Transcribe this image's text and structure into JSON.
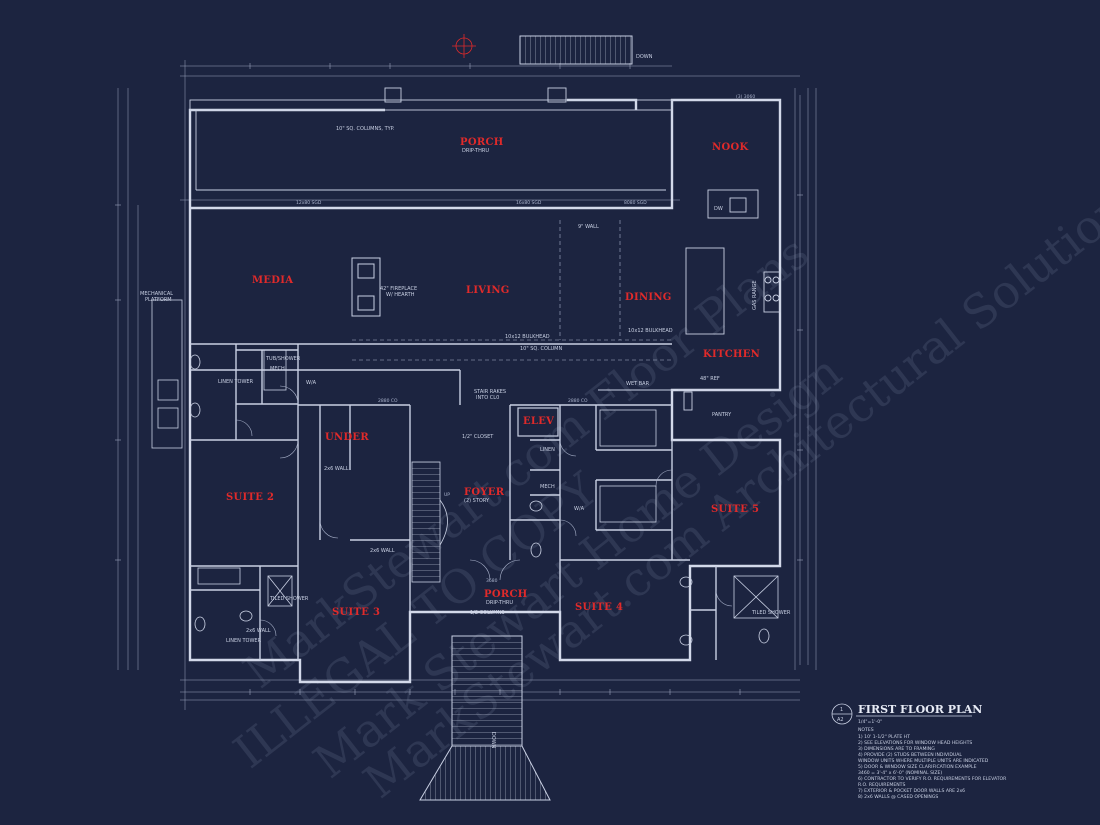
{
  "plan": {
    "title": "FIRST FLOOR PLAN",
    "scale": "1/4\"=1'-0\"",
    "detail_number": "1",
    "sheet": "A2",
    "notes_heading": "NOTES",
    "notes": [
      "1) 10' 1-1/2\" PLATE HT",
      "2) SEE ELEVATIONS FOR WINDOW HEAD HEIGHTS",
      "3) DIMENSIONS ARE TO FRAMING",
      "4) PROVIDE (2) STUDS BETWEEN INDIVIDUAL",
      "   WINDOW UNITS WHERE MULTIPLE UNITS ARE INDICATED",
      "5) DOOR & WINDOW SIZE CLARIFICATION EXAMPLE",
      "   3460 = 3'-4\" x 6'-0\" (NOMINAL SIZE)",
      "6) CONTRACTOR TO VERIFY R.O. REQUIREMENTS FOR ELEVATOR",
      "   R.O. REQUIREMENTS",
      "7) EXTERIOR & POCKET DOOR WALLS ARE 2x6",
      "8) 2x6 WALLS @ CASED OPENINGS"
    ]
  },
  "rooms": {
    "porch_rear": "PORCH",
    "porch_rear_sub": "DRIP-THRU",
    "nook": "NOOK",
    "media": "MEDIA",
    "living": "LIVING",
    "dining": "DINING",
    "kitchen": "KITCHEN",
    "elev": "ELEV",
    "under": "UNDER",
    "foyer": "FOYER",
    "foyer_sub": "(2) STORY",
    "suite2": "SUITE 2",
    "suite3": "SUITE 3",
    "suite4": "SUITE 4",
    "suite5": "SUITE 5",
    "porch_front": "PORCH",
    "porch_front_sub": "DRIP-THRU"
  },
  "labels": {
    "fireplace": "42\" FIREPLACE",
    "hearth": "W/ HEARTH",
    "mech_platform_1": "MECHANICAL",
    "mech_platform_2": "PLATFORM",
    "linen_tower": "LINEN TOWER",
    "linen_tower_2": "LINEN TOWER",
    "linen": "LINEN",
    "tub": "TUB/SHOWER",
    "mech": "MECH",
    "mech2": "MECH",
    "stair_rakes": "STAIR RAKES",
    "stair_rakes_2": "INTO CL0",
    "wet_bar": "WET BAR",
    "pantry": "PANTRY",
    "ref": "48\" REF",
    "gas_range": "GAS RANGE",
    "dw": "DW",
    "down": "DOWN",
    "down2": "DOWN",
    "bulkhead": "10x12 BULKHEAD",
    "bulkhead2": "10x12 BULKHEAD",
    "sq_column": "10\" SQ. COLUMN",
    "sq_columns_typ": "10\" SQ. COLUMNS, TYP.",
    "columns_front": "1/2 COLUMNS",
    "wall_2x6": "2x6 WALL",
    "wall_2x6b": "2x6 WALL",
    "wall_2x6c": "2x6 WALL",
    "tiled_shower": "TILED SHOWER",
    "tiled_shower_2": "TILED SHOWER",
    "wall_9": "9\" WALL",
    "closet": "1/2\" CLOSET",
    "wa": "W/A",
    "wa2": "W/A",
    "slider1": "12x80 SGD",
    "slider2": "16x80 SGD",
    "slider3": "8080 SGD",
    "win3060": "(3) 3060",
    "co_2880": "2880 CO",
    "co_2880b": "2880 CO",
    "door_3680": "3680",
    "up": "UP"
  },
  "watermarks": [
    "MarkStewart.com Floor Plans",
    "ILLEGAL TO COPY",
    "Mark Stewart Home Design",
    "MarkStewart.com Architectural Solutions"
  ],
  "colors": {
    "background": "#1c2440",
    "linework": "#c9d0e3",
    "room_labels": "#e02a2a"
  }
}
